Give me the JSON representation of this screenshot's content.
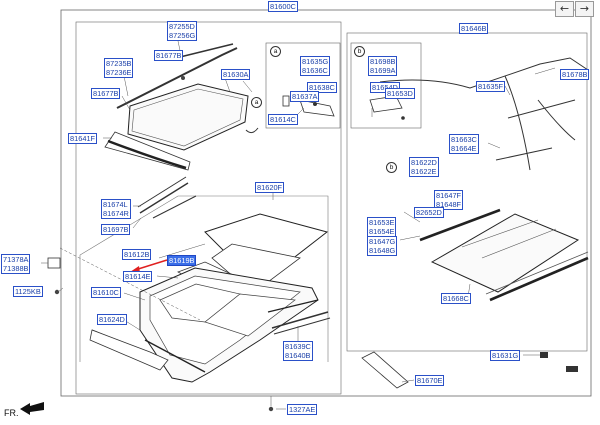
{
  "nav": {
    "back": "←",
    "forward": "→"
  },
  "fr_label": "FR.",
  "callouts": {
    "a": "a",
    "b": "b"
  },
  "labels": {
    "l81600C": "81600C",
    "l81646B": "81646B",
    "l87255D": "87255D\n87256G",
    "l81677B": "81677B",
    "l87235B": "87235B\n87236E",
    "l81630A": "81630A",
    "l81677B2": "81677B",
    "l81641F": "81641F",
    "l81635G": "81635G\n81636C",
    "l81638C": "81638C",
    "l81637A": "81637A",
    "l81614C": "81614C",
    "l81698B": "81698B\n81699A",
    "l81654D": "81654D",
    "l81653D": "81653D",
    "l81678B": "81678B",
    "l81635F": "81635F",
    "l81663C": "81663C\n81664E",
    "l81622D": "81622D\n81622E",
    "l81647F": "81647F\n81648F",
    "l82652D": "82652D",
    "l81653E": "81653E\n81654E",
    "l81647G": "81647G\n81648G",
    "l81668C": "81668C",
    "l81620F": "81620F",
    "l81674L": "81674L\n81674R",
    "l81697B": "81697B",
    "l81612B": "81612B",
    "l81619B": "81619B",
    "l81614E": "81614E",
    "l71378A": "71378A\n71388B",
    "l1125KB": "1125KB",
    "l81610C": "81610C",
    "l81624D": "81624D",
    "l81639C": "81639C\n81640B",
    "l81631G": "81631G",
    "l81670E": "81670E",
    "l1327AE": "1327AE"
  },
  "colors": {
    "label_text": "#1a3fa8",
    "label_border": "#2a50c8",
    "highlight": "#3a6ee8",
    "arrow": "#e02020"
  }
}
